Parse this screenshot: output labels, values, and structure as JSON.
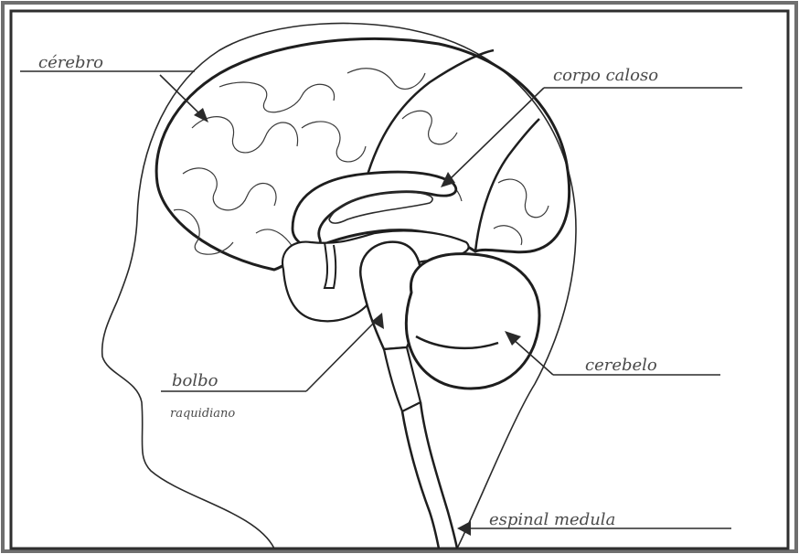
{
  "labels": {
    "cerebro": "cérebro",
    "corpo_caloso": "corpo caloso",
    "cerebelo": "cerebelo",
    "bolbo": "bolbo",
    "bolbo_sub": "raquidiano",
    "medula": "espinal medula"
  },
  "colors": {
    "frame": "#3b3b3b",
    "ink": "#2a2a2a",
    "paper": "#ffffff",
    "border_texture": "#7a7a7a"
  }
}
